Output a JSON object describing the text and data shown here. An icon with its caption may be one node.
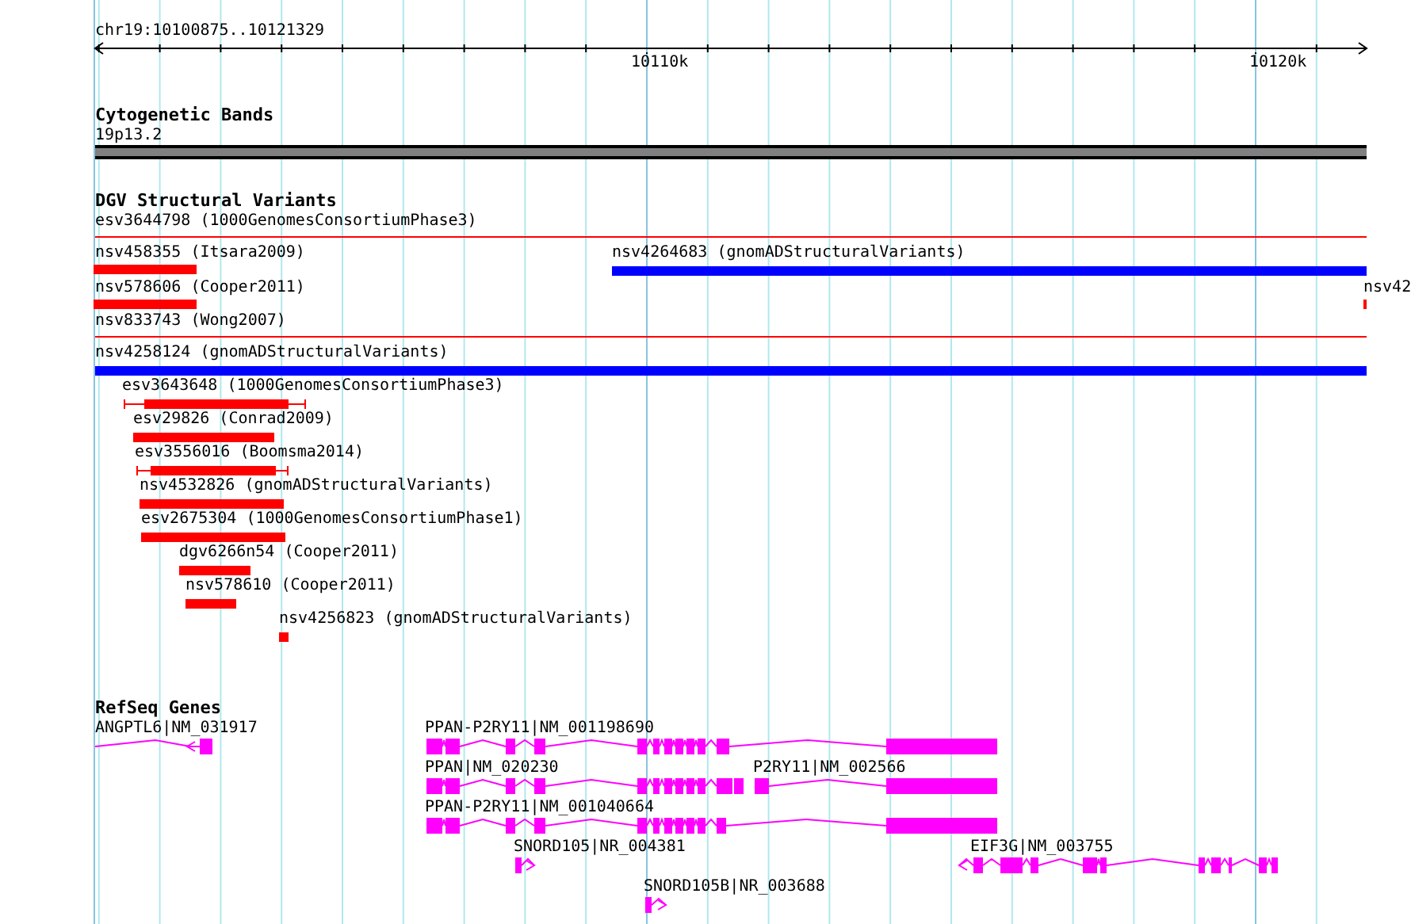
{
  "diagram": {
    "labels": [
      "chr19:10100875..10121329",
      "10110k",
      "10120k",
      "Cytogenetic Bands",
      "19p13.2",
      "DGV Structural Variants",
      "esv3644798 (1000GenomesConsortiumPhase3)",
      "nsv458355 (Itsara2009)",
      "nsv4264683 (gnomADStructuralVariants)",
      "nsv578606 (Cooper2011)",
      "nsv42",
      "nsv833743 (Wong2007)",
      "nsv4258124 (gnomADStructuralVariants)",
      "esv3643648 (1000GenomesConsortiumPhase3)",
      "esv29826 (Conrad2009)",
      "esv3556016 (Boomsma2014)",
      "nsv4532826 (gnomADStructuralVariants)",
      "esv2675304 (1000GenomesConsortiumPhase1)",
      "dgv6266n54 (Cooper2011)",
      "nsv578610 (Cooper2011)",
      "nsv4256823 (gnomADStructuralVariants)",
      "RefSeq Genes",
      "ANGPTL6|NM_031917",
      "PPAN-P2RY11|NM_001198690",
      "PPAN|NM_020230",
      "P2RY11|NM_002566",
      "PPAN-P2RY11|NM_001040664",
      "SNORD105|NR_004381",
      "EIF3G|NM_003755",
      "SNORD105B|NR_003688"
    ]
  }
}
